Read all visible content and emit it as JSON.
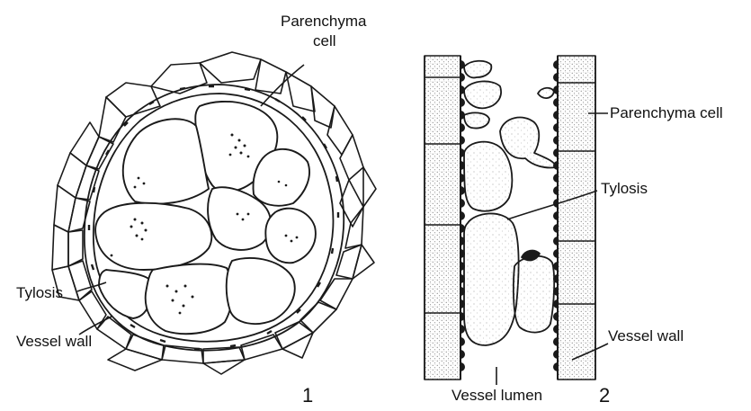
{
  "figure": {
    "stroke_color": "#1a1a1a",
    "stipple_color": "#555555",
    "background": "#ffffff",
    "panel1": {
      "number": "1",
      "labels": {
        "parenchyma_line1": "Parenchyma",
        "parenchyma_line2": "cell",
        "tylosis": "Tylosis",
        "vessel_wall": "Vessel wall"
      }
    },
    "panel2": {
      "number": "2",
      "labels": {
        "parenchyma": "Parenchyma cell",
        "tylosis": "Tylosis",
        "vessel_wall": "Vessel wall",
        "vessel_lumen": "Vessel lumen"
      }
    }
  }
}
